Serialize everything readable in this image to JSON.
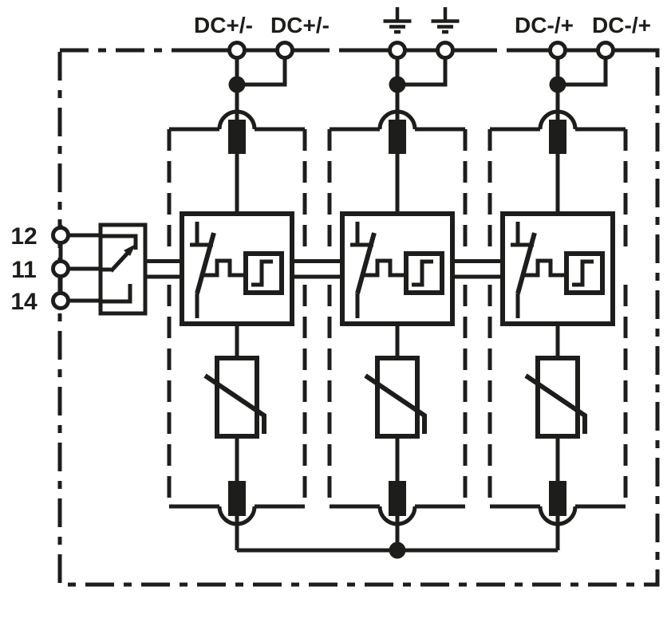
{
  "diagram": {
    "kind": "surge-protective-device-circuit-diagram",
    "background_color": "#ffffff",
    "line_color": "#1d1d1b",
    "top_terminals": [
      {
        "label": "DC+/-",
        "icon": "screw-terminal-icon"
      },
      {
        "label": "DC+/-",
        "icon": "screw-terminal-icon"
      },
      {
        "label": "",
        "icon": "earth-ground-icon"
      },
      {
        "label": "",
        "icon": "earth-ground-icon"
      },
      {
        "label": "DC-/+",
        "icon": "screw-terminal-icon"
      },
      {
        "label": "DC-/+",
        "icon": "screw-terminal-icon"
      }
    ],
    "remote_signalling_terminals": [
      {
        "label": "12"
      },
      {
        "label": "11"
      },
      {
        "label": "14"
      }
    ],
    "modules": [
      {
        "name": "protection-module-1",
        "parts": [
          "plug-contact",
          "thermal-disconnector",
          "trigger-unit",
          "varistor",
          "plug-contact"
        ]
      },
      {
        "name": "protection-module-2",
        "parts": [
          "plug-contact",
          "thermal-disconnector",
          "trigger-unit",
          "varistor",
          "plug-contact"
        ]
      },
      {
        "name": "protection-module-3",
        "parts": [
          "plug-contact",
          "thermal-disconnector",
          "trigger-unit",
          "varistor",
          "plug-contact"
        ]
      }
    ],
    "other_symbols": [
      "changeover-contact",
      "enclosure-dash-dot-border",
      "junction-dots",
      "signal-bus-lines",
      "bottom-equipotential-bus"
    ]
  }
}
